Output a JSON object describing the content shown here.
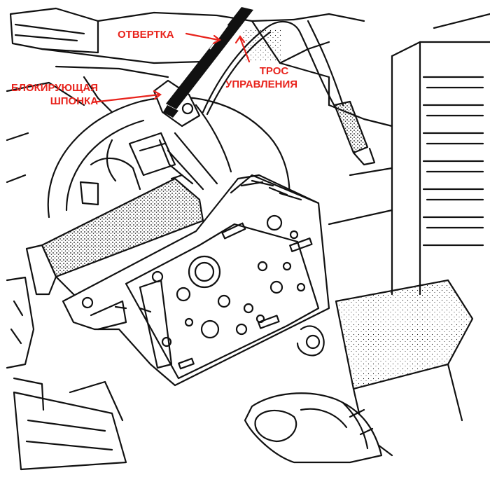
{
  "labels": {
    "screwdriver": "ОТВЕРТКА",
    "control_cable": [
      "ТРОС",
      "УПРАВЛЕНИЯ"
    ],
    "locking_key": [
      "БЛОКИРУЮЩАЯ",
      "ШПОНКА"
    ]
  },
  "colors": {
    "label": "#e8231c",
    "ink": "#111111",
    "paper": "#ffffff"
  },
  "icons": [
    "screwdriver",
    "cable",
    "hand",
    "actuator-plate",
    "drum"
  ]
}
